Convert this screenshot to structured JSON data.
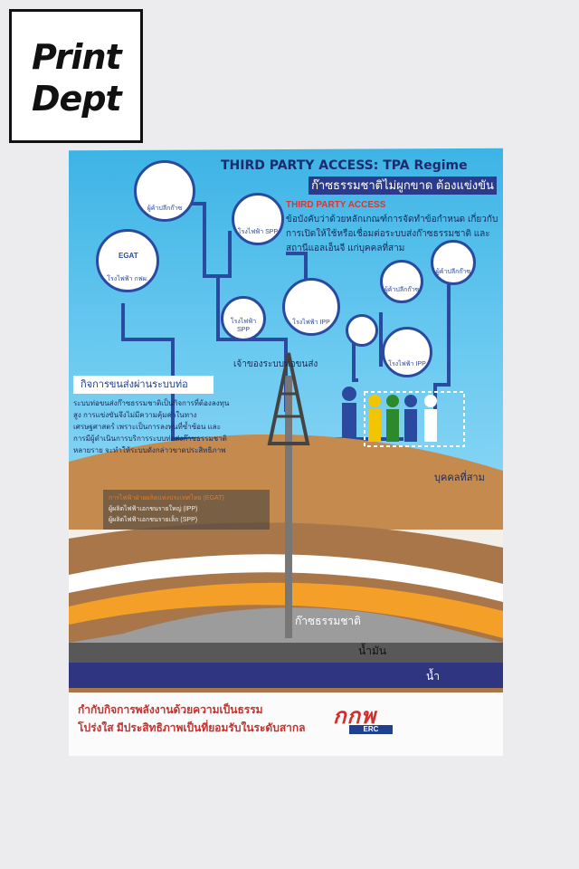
{
  "logo": {
    "line1": "Print",
    "line2": "Dept"
  },
  "poster": {
    "title": "THIRD PARTY ACCESS: TPA Regime",
    "subtitle": "ก๊าซธรรมชาติไม่ผูกขาด ต้องแข่งขัน",
    "tpa_heading": "THIRD PARTY ACCESS",
    "tpa_text": "ข้อบังคับว่าด้วยหลักเกณฑ์การจัดทำข้อกำหนด เกี่ยวกับการเปิดให้ใช้หรือเชื่อมต่อระบบส่งก๊าซธรรมชาติ และสถานีแอลเอ็นจี แก่บุคคลที่สาม",
    "station_label": "ผู้ค้าปลีกก๊าซ",
    "egat_label": "โรงไฟฟ้า กฟผ.",
    "spp_label": "โรงไฟฟ้า SPP",
    "ipp_label": "โรงไฟฟ้า IPP",
    "pipeline_box": "กิจการขนส่งผ่านระบบท่อ",
    "pipeline_desc": "ระบบท่อขนส่งก๊าซธรรมชาติเป็นกิจการที่ต้องลงทุนสูง การแข่งขันจึงไม่มีความคุ้มค่าในทางเศรษฐศาสตร์ เพราะเป็นการลงทุนที่ซ้ำซ้อน และการมีผู้ดำเนินการบริการระบบท่อส่งก๊าซธรรมชาติหลายราย จะทำให้ระบบดังกล่าวขาดประสิทธิภาพ",
    "pipe_owner": "เจ้าของระบบท่อขนส่ง",
    "third_party": "บุคคลที่สาม",
    "legend": {
      "heading": "การไฟฟ้าฝ่ายผลิตแห่งประเทศไทย (EGAT)",
      "ipp": "ผู้ผลิตไฟฟ้าเอกชนรายใหญ่ (IPP)",
      "spp": "ผู้ผลิตไฟฟ้าเอกชนรายเล็ก (SPP)"
    },
    "layer_gas": "ก๊าซธรรมชาติ",
    "layer_oil": "น้ำมัน",
    "layer_water": "น้ำ",
    "footer_line1": "กำกับกิจการพลังงานด้วยความเป็นธรรม",
    "footer_line2": "โปร่งใส มีประสิทธิภาพเป็นที่ยอมรับในระดับสากล",
    "org_brand": "กกพ",
    "org_abbr": "ERC",
    "egat_sign": "EGAT"
  },
  "colors": {
    "sky": "#3db4e6",
    "pipe": "#2a4aa0",
    "brand_red": "#d0302c",
    "brand_blue": "#1f3f8f"
  }
}
